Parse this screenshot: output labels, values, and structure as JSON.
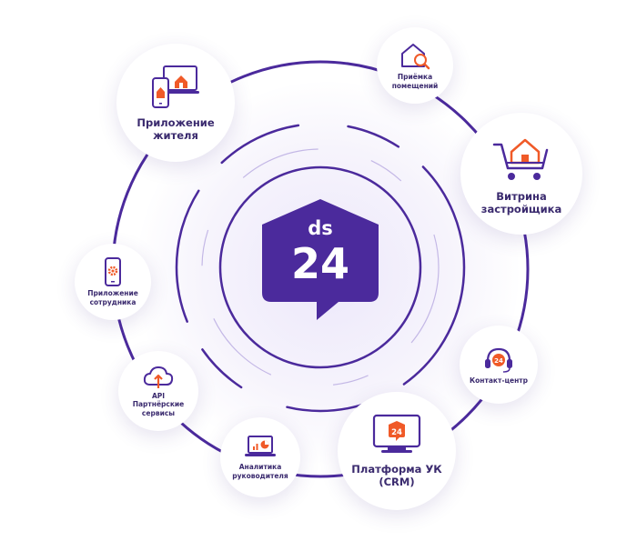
{
  "logo": {
    "top_text": "ds",
    "main_text": "24"
  },
  "nodes": {
    "resident_app": {
      "label": "Приложение\nжителя",
      "icon": "resident-app-icon"
    },
    "premises_inspection": {
      "label": "Приёмка\nпомещений",
      "icon": "house-search-icon"
    },
    "developer_showcase": {
      "label": "Витрина\nзастройщика",
      "icon": "cart-house-icon"
    },
    "employee_app": {
      "label": "Приложение\nсотрудника",
      "icon": "phone-gear-icon"
    },
    "contact_center": {
      "label": "Контакт-центр",
      "icon": "headset-icon"
    },
    "api_partners": {
      "label": "API\nПартнёрские\nсервисы",
      "icon": "cloud-upload-icon"
    },
    "manager_analytics": {
      "label": "Аналитика\nруководителя",
      "icon": "laptop-chart-icon"
    },
    "crm_platform": {
      "label": "Платформа УК\n(CRM)",
      "icon": "monitor-logo-icon",
      "badge": "24"
    }
  },
  "colors": {
    "primary": "#4b2a9c",
    "accent": "#f05a28",
    "ring": "#5a2fa8",
    "text": "#3a2a6e"
  }
}
